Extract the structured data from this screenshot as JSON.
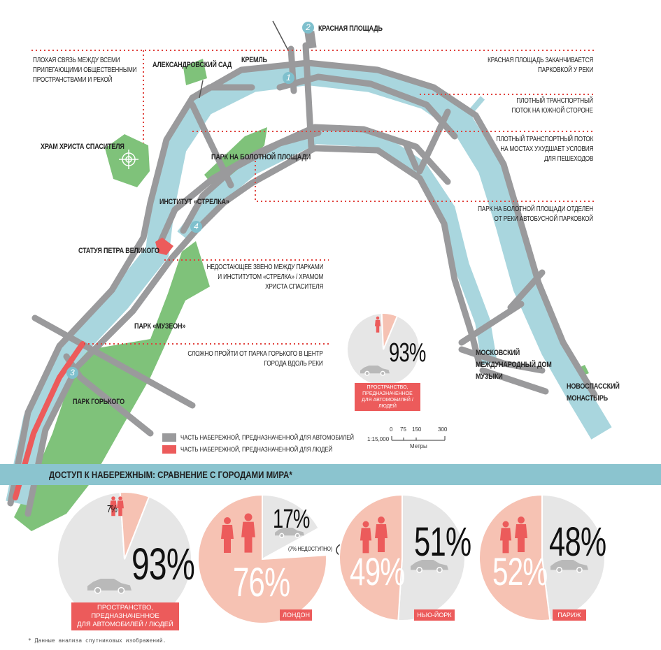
{
  "map": {
    "places": {
      "red_square": "КРАСНАЯ ПЛОЩАДЬ",
      "alexander_garden": "АЛЕКСАНДРОВСКИЙ САД",
      "kremlin": "КРЕМЛЬ",
      "cathedral": "ХРАМ ХРИСТА СПАСИТЕЛЯ",
      "bolotnaya_park": "ПАРК НА БОЛОТНОЙ ПЛОЩАДИ",
      "strelka": "ИНСТИТУТ «СТРЕЛКА»",
      "peter_statue": "СТАТУЯ ПЕТРА ВЕЛИКОГО",
      "muzeon": "ПАРК «МУЗЕОН»",
      "gorky_park": "ПАРК ГОРЬКОГО",
      "mmdm_1": "МОСКОВСКИЙ",
      "mmdm_2": "МЕЖДУНАРОДНЫЙ ДОМ",
      "mmdm_3": "МУЗЫКИ",
      "novospassky_1": "НОВОСПАССКИЙ",
      "novospassky_2": "МОНАСТЫРЬ"
    },
    "markers": [
      "1",
      "2",
      "3",
      "4"
    ],
    "notes": {
      "left_1": "ПЛОХАЯ СВЯЗЬ МЕЖДУ ВСЕМИ",
      "left_2": "ПРИЛЕГАЮЩИМИ ОБЩЕСТВЕННЫМИ",
      "left_3": "ПРОСТРАНСТВАМИ И РЕКОЙ",
      "rs_1": "КРАСНАЯ ПЛОЩАДЬ ЗАКАНЧИВАЕТСЯ",
      "rs_2": "ПАРКОВКОЙ У РЕКИ",
      "south_1": "ПЛОТНЫЙ ТРАНСПОРТНЫЙ",
      "south_2": "ПОТОК НА ЮЖНОЙ СТОРОНЕ",
      "bridges_1": "ПЛОТНЫЙ ТРАНСПОРТНЫЙ ПОТОК",
      "bridges_2": "НА МОСТАХ УХУДШАЕТ УСЛОВИЯ",
      "bridges_3": "ДЛЯ ПЕШЕХОДОВ",
      "bol_1": "ПАРК НА БОЛОТНОЙ ПЛОЩАДИ ОТДЕЛЕН",
      "bol_2": "ОТ РЕКИ АВТОБУСНОЙ ПАРКОВКОЙ",
      "missing_1": "НЕДОСТАЮЩЕЕ ЗВЕНО МЕЖДУ ПАРКАМИ",
      "missing_2": "И ИНСТИТУТОМ «СТРЕЛКА» / ХРАМОМ",
      "missing_3": "ХРИСТА СПАСИТЕЛЯ",
      "gorky_1": "СЛОЖНО ПРОЙТИ ОТ ПАРКА ГОРЬКОГО В ЦЕНТР",
      "gorky_2": "ГОРОДА ВДОЛЬ РЕКИ"
    },
    "legend": {
      "cars": "ЧАСТЬ НАБЕРЕЖНОЙ, ПРЕДНАЗНАЧЕННОЙ ДЛЯ АВТОМОБИЛЕЙ",
      "people": "ЧАСТЬ НАБЕРЕЖНОЙ, ПРЕДНАЗНАЧЕННОЙ ДЛЯ ЛЮДЕЙ"
    },
    "scale": {
      "ratio": "1:15,000",
      "ticks": [
        "0",
        "75",
        "150",
        "300"
      ],
      "unit": "Метры"
    },
    "inset": {
      "value_label": "93%",
      "tag_1": "ПРОСТРАНСТВО, ПРЕДНАЗНАЧЕННОЕ",
      "tag_2": "ДЛЯ АВТОМОБИЛЕЙ / ЛЮДЕЙ"
    }
  },
  "comparison": {
    "title": "ДОСТУП К НАБЕРЕЖНЫМ: СРАВНЕНИЕ С ГОРОДАМИ МИРА*",
    "moscow": {
      "cars_label": "93%",
      "people_label": "7%",
      "tag_1": "ПРОСТРАНСТВО, ПРЕДНАЗНАЧЕННОЕ",
      "tag_2": "ДЛЯ АВТОМОБИЛЕЙ / ЛЮДЕЙ"
    },
    "london": {
      "cars_label": "17%",
      "people_label": "76%",
      "unknown": "(7% НЕДОСТУПНО)",
      "city": "Лондон"
    },
    "newyork": {
      "cars_label": "51%",
      "people_label": "49%",
      "city": "Нью-Йорк"
    },
    "paris": {
      "cars_label": "48%",
      "people_label": "52%",
      "city": "Париж"
    },
    "footnote": "* Данные анализа спутниковых изображений."
  },
  "colors": {
    "water": "#a9d6de",
    "road": "#9a9a9c",
    "park": "#7fc27a",
    "people": "#ec5b5b",
    "pie_cars": "#e6e6e6",
    "pie_people": "#f6c2b3",
    "dots": "#e0413c",
    "banner": "#8bc4cf"
  },
  "chart_data": [
    {
      "type": "pie",
      "categories": [
        "cars",
        "people"
      ],
      "values": [
        93,
        7
      ]
    },
    {
      "type": "pie",
      "categories": [
        "cars",
        "people",
        "unavailable"
      ],
      "values": [
        17,
        76,
        7
      ]
    },
    {
      "type": "pie",
      "categories": [
        "cars",
        "people"
      ],
      "values": [
        51,
        49
      ]
    },
    {
      "type": "pie",
      "categories": [
        "cars",
        "people"
      ],
      "values": [
        48,
        52
      ]
    }
  ]
}
